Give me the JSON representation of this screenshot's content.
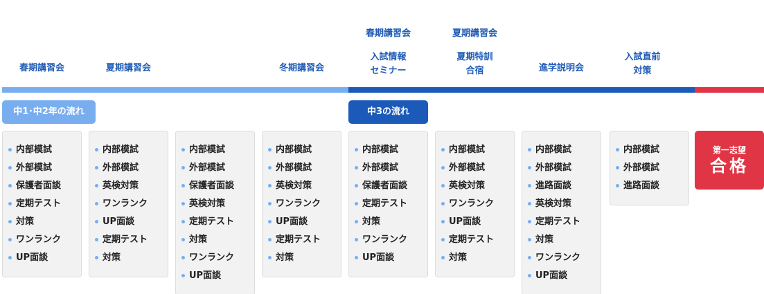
{
  "events": [
    {
      "label": "春期講習会"
    },
    {
      "label": "夏期講習会"
    },
    {
      "label": "冬期講習会"
    },
    {
      "label": "春期講習会"
    },
    {
      "label": "入試情報"
    },
    {
      "label": "セミナー"
    },
    {
      "label": "夏期講習会"
    },
    {
      "label": "夏期特訓"
    },
    {
      "label": "合宿"
    },
    {
      "label": "進学説明会"
    },
    {
      "label": "入試直前"
    },
    {
      "label": "対策"
    }
  ],
  "flows": {
    "junior": "中1･中2年の流れ",
    "senior": "中3の流れ"
  },
  "cards": [
    [
      "内部模試",
      "外部模試",
      "保護者面談",
      "定期テスト",
      "対策",
      "ワンランク",
      "UP面談"
    ],
    [
      "内部模試",
      "外部模試",
      "英検対策",
      "ワンランク",
      "UP面談",
      "定期テスト",
      "対策"
    ],
    [
      "内部模試",
      "外部模試",
      "保護者面談",
      "英検対策",
      "定期テスト",
      "対策",
      "ワンランク",
      "UP面談"
    ],
    [
      "内部模試",
      "外部模試",
      "英検対策",
      "ワンランク",
      "UP面談",
      "定期テスト",
      "対策"
    ],
    [
      "内部模試",
      "外部模試",
      "保護者面談",
      "定期テスト",
      "対策",
      "ワンランク",
      "UP面談"
    ],
    [
      "内部模試",
      "外部模試",
      "英検対策",
      "ワンランク",
      "UP面談",
      "定期テスト",
      "対策"
    ],
    [
      "内部模試",
      "外部模試",
      "進路面談",
      "英検対策",
      "定期テスト",
      "対策",
      "ワンランク",
      "UP面談"
    ],
    [
      "内部模試",
      "外部模試",
      "進路面談"
    ]
  ],
  "goal": {
    "small": "第一志望",
    "big": "合格"
  },
  "colors": {
    "light_blue": "#78aef0",
    "dark_blue": "#1c5ab9",
    "red": "#e03545",
    "label_blue": "#1f5bb5"
  }
}
